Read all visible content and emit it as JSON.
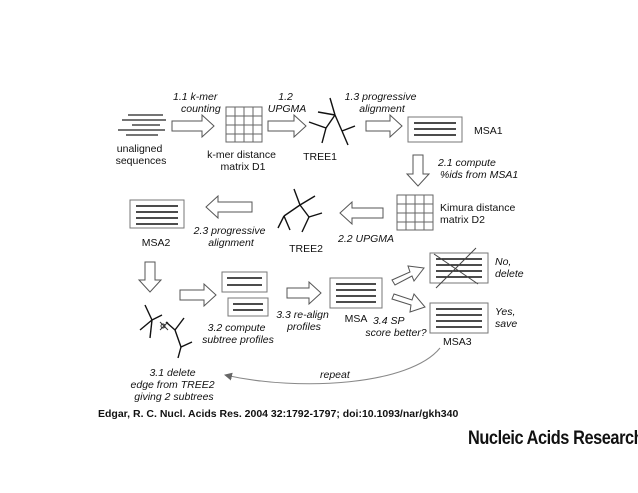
{
  "labels": {
    "unaligned": [
      "unaligned",
      "sequences"
    ],
    "step_1_1": [
      "1.1 k-mer",
      "counting"
    ],
    "kmer_matrix": [
      "k-mer distance",
      "matrix D1"
    ],
    "step_1_2": [
      "1.2",
      "UPGMA"
    ],
    "tree1": "TREE1",
    "step_1_3": [
      "1.3 progressive",
      "alignment"
    ],
    "msa1": "MSA1",
    "step_2_1": [
      "2.1 compute",
      "%ids from MSA1"
    ],
    "kimura": [
      "Kimura distance",
      "matrix D2"
    ],
    "step_2_2": "2.2 UPGMA",
    "tree2": "TREE2",
    "step_2_3": [
      "2.3 progressive",
      "alignment"
    ],
    "msa2": "MSA2",
    "step_3_1": [
      "3.1 delete",
      "edge from TREE2",
      "giving 2 subtrees"
    ],
    "step_3_2": [
      "3.2 compute",
      "subtree profiles"
    ],
    "step_3_3": [
      "3.3 re-align",
      "profiles"
    ],
    "msa": "MSA",
    "step_3_4": [
      "3.4 SP",
      "score better?"
    ],
    "no_delete": [
      "No,",
      "delete"
    ],
    "yes_save": [
      "Yes,",
      "save"
    ],
    "msa3": "MSA3",
    "repeat": "repeat"
  },
  "citation": "Edgar, R. C. Nucl. Acids Res. 2004 32:1792-1797; doi:10.1093/nar/gkh340",
  "journal": "Nucleic Acids Research"
}
